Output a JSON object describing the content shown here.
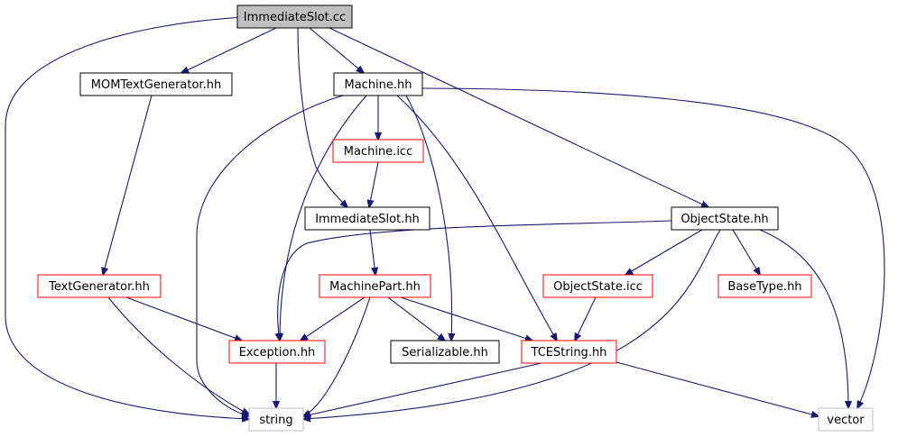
{
  "diagram": {
    "title": "",
    "colors": {
      "edge": "#191970",
      "root_fill": "#bfbfbf",
      "default_border": "#000000",
      "truncated_border": "#ff0000",
      "system_border": "#bfbfbf",
      "background": "#ffffff"
    },
    "nodes": [
      {
        "id": "n0",
        "label": "ImmediateSlot.cc",
        "style": "root"
      },
      {
        "id": "n1",
        "label": "MOMTextGenerator.hh",
        "style": "normal"
      },
      {
        "id": "n2",
        "label": "Machine.hh",
        "style": "normal"
      },
      {
        "id": "n3",
        "label": "Machine.icc",
        "style": "truncated"
      },
      {
        "id": "n4",
        "label": "ImmediateSlot.hh",
        "style": "normal"
      },
      {
        "id": "n5",
        "label": "ObjectState.hh",
        "style": "normal"
      },
      {
        "id": "n6",
        "label": "TextGenerator.hh",
        "style": "truncated"
      },
      {
        "id": "n7",
        "label": "MachinePart.hh",
        "style": "truncated"
      },
      {
        "id": "n8",
        "label": "ObjectState.icc",
        "style": "truncated"
      },
      {
        "id": "n9",
        "label": "BaseType.hh",
        "style": "truncated"
      },
      {
        "id": "n10",
        "label": "Exception.hh",
        "style": "truncated"
      },
      {
        "id": "n11",
        "label": "Serializable.hh",
        "style": "normal"
      },
      {
        "id": "n12",
        "label": "TCEString.hh",
        "style": "truncated"
      },
      {
        "id": "n13",
        "label": "string",
        "style": "system"
      },
      {
        "id": "n14",
        "label": "vector",
        "style": "system"
      }
    ],
    "edges": [
      {
        "from": "n0",
        "to": "n13"
      },
      {
        "from": "n0",
        "to": "n1"
      },
      {
        "from": "n0",
        "to": "n4"
      },
      {
        "from": "n0",
        "to": "n2"
      },
      {
        "from": "n0",
        "to": "n5"
      },
      {
        "from": "n1",
        "to": "n6"
      },
      {
        "from": "n2",
        "to": "n13"
      },
      {
        "from": "n2",
        "to": "n10"
      },
      {
        "from": "n2",
        "to": "n3"
      },
      {
        "from": "n2",
        "to": "n11"
      },
      {
        "from": "n2",
        "to": "n12"
      },
      {
        "from": "n2",
        "to": "n14"
      },
      {
        "from": "n3",
        "to": "n4"
      },
      {
        "from": "n4",
        "to": "n7"
      },
      {
        "from": "n5",
        "to": "n10"
      },
      {
        "from": "n5",
        "to": "n13"
      },
      {
        "from": "n5",
        "to": "n8"
      },
      {
        "from": "n5",
        "to": "n9"
      },
      {
        "from": "n5",
        "to": "n14"
      },
      {
        "from": "n6",
        "to": "n10"
      },
      {
        "from": "n6",
        "to": "n13"
      },
      {
        "from": "n7",
        "to": "n10"
      },
      {
        "from": "n7",
        "to": "n13"
      },
      {
        "from": "n7",
        "to": "n11"
      },
      {
        "from": "n7",
        "to": "n12"
      },
      {
        "from": "n8",
        "to": "n12"
      },
      {
        "from": "n10",
        "to": "n13"
      },
      {
        "from": "n12",
        "to": "n13"
      },
      {
        "from": "n12",
        "to": "n14"
      }
    ]
  }
}
